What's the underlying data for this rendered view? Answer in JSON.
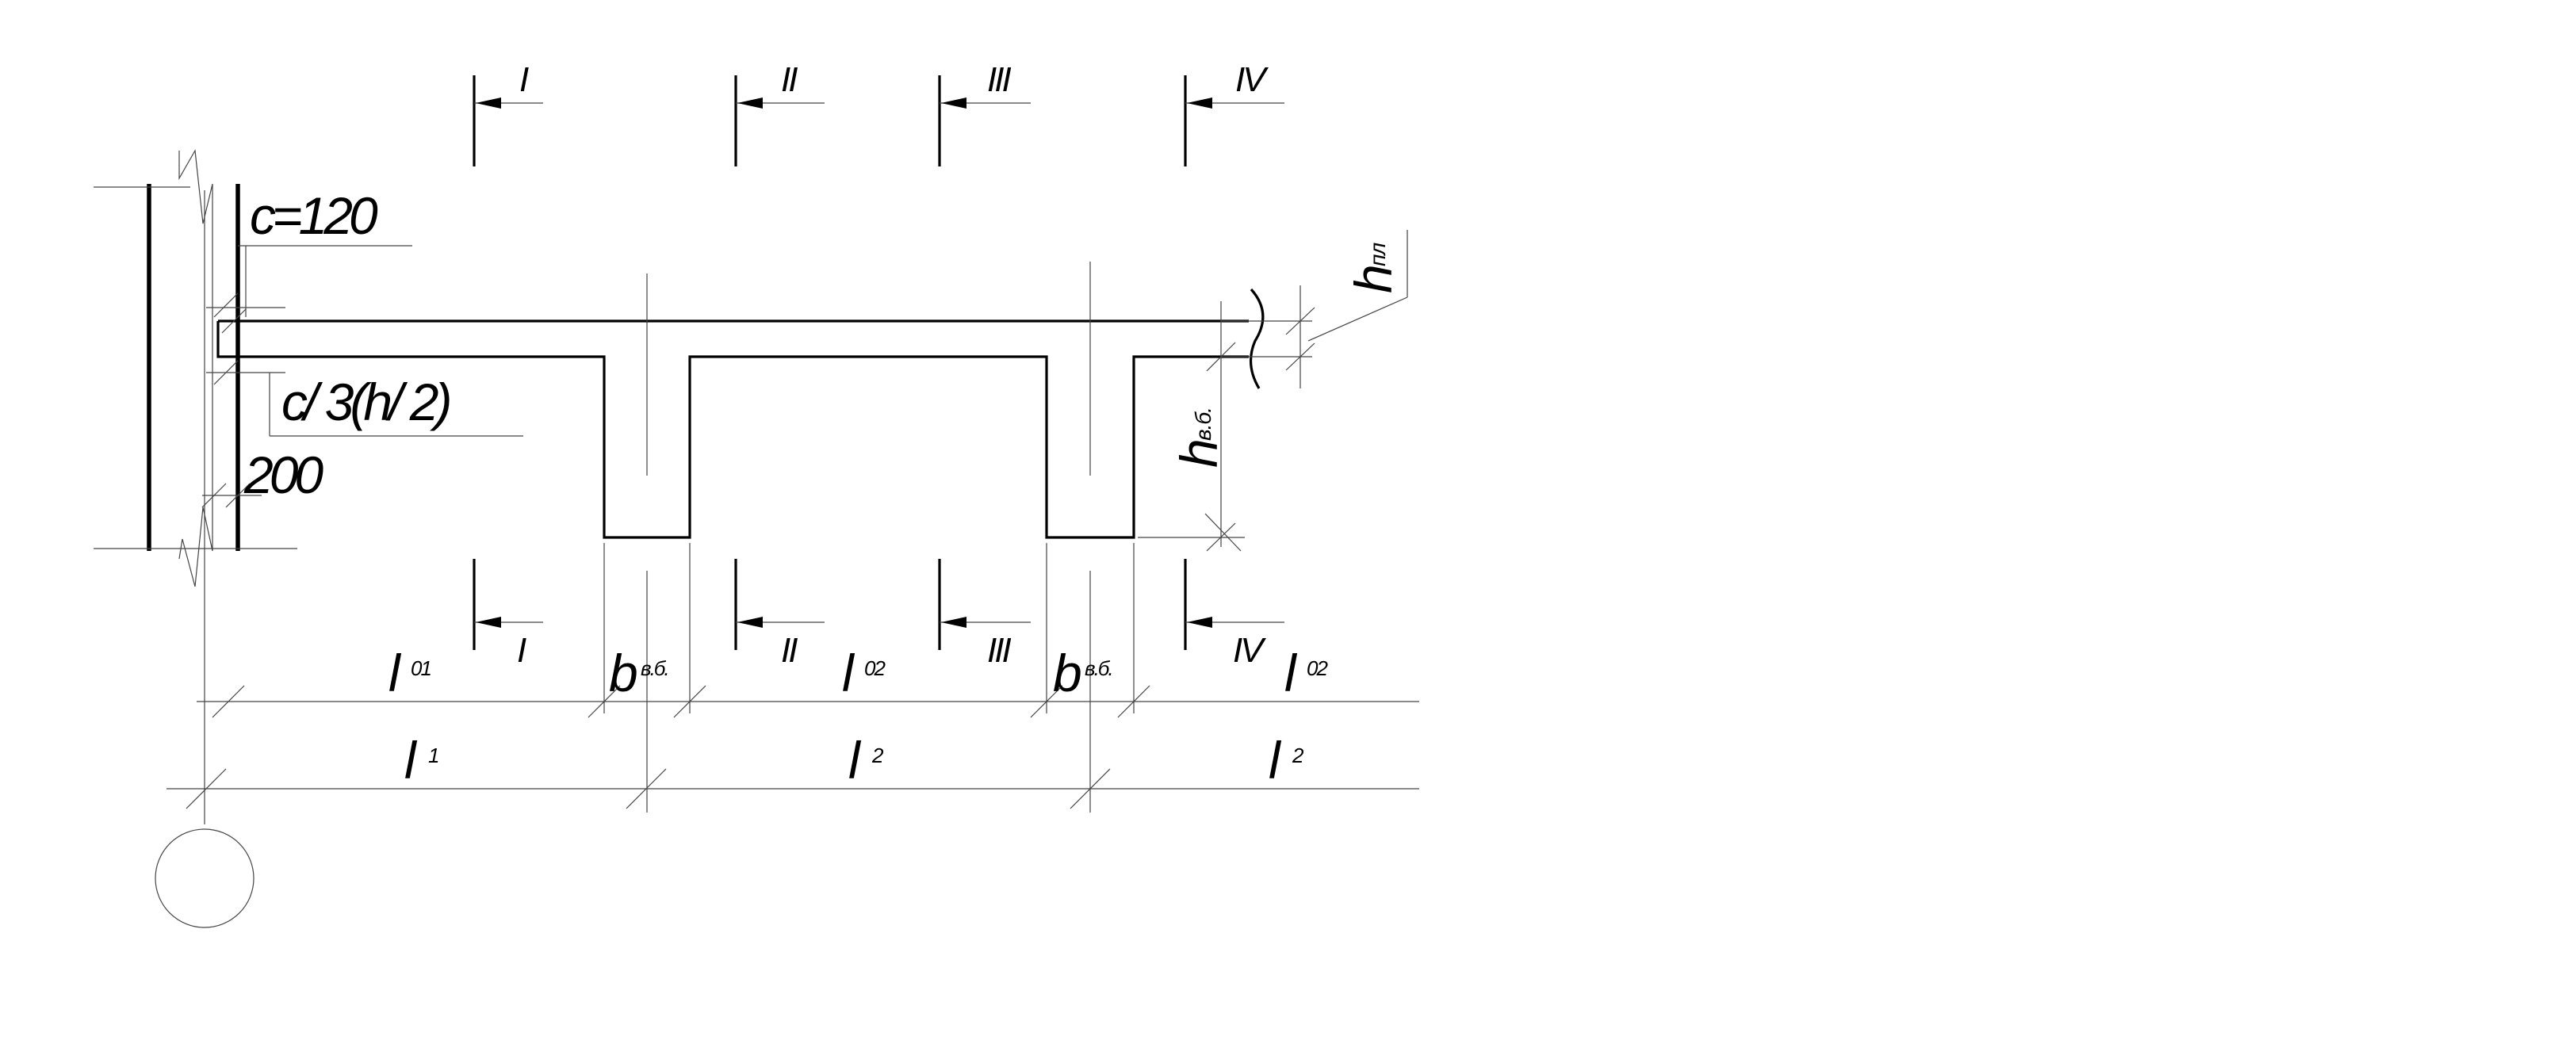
{
  "colors": {
    "line": "#000000",
    "thin_line": "#444444",
    "background": "#ffffff"
  },
  "sections": {
    "s1": "I",
    "s2": "II",
    "s3": "III",
    "s4": "IV"
  },
  "labels": {
    "c_support": "c=120",
    "c_third": "c/ 3(h/ 2)",
    "wall_dim": "200",
    "h_plate": "h",
    "h_plate_sub": "пл",
    "h_beam": "h",
    "h_beam_sub": "в.б.",
    "b_beam": "b",
    "b_beam_sub": "в.б.",
    "l": "l",
    "sub_01": "01",
    "sub_02": "02",
    "sub_1": "1",
    "sub_2": "2"
  }
}
